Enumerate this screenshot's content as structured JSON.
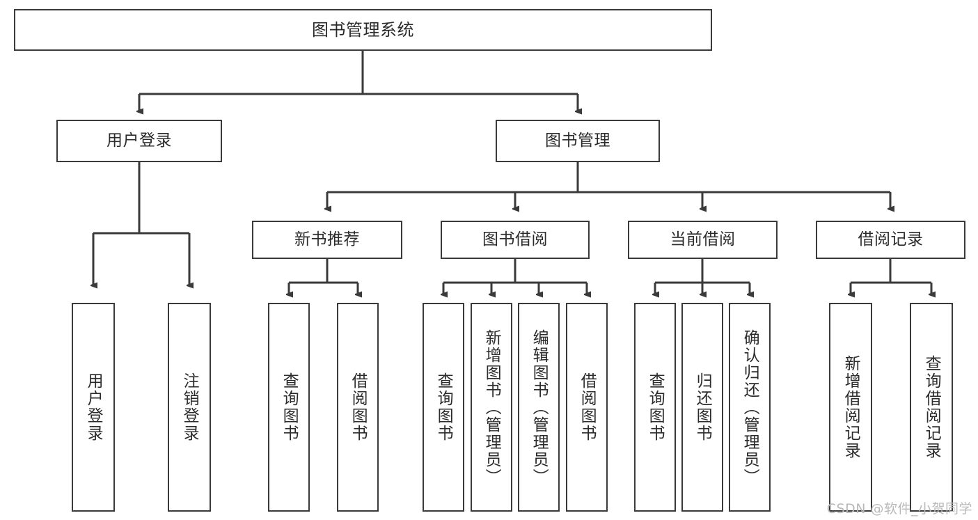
{
  "diagram": {
    "title": "图书管理系统",
    "type": "tree-hierarchy-chart",
    "watermark": "CSDN @软件_小贺同学",
    "colors": {
      "stroke": "#3a3a3a",
      "fill": "#ffffff",
      "text": "#2b2b2b",
      "watermark": "#b9b9b9"
    },
    "nodes": {
      "root": {
        "label": "图书管理系统"
      },
      "level2": [
        {
          "id": "user-login",
          "label": "用户登录"
        },
        {
          "id": "book-management",
          "label": "图书管理"
        }
      ],
      "level3": [
        {
          "id": "new-book-recommend",
          "label": "新书推荐"
        },
        {
          "id": "book-borrow",
          "label": "图书借阅"
        },
        {
          "id": "current-borrow",
          "label": "当前借阅"
        },
        {
          "id": "borrow-record",
          "label": "借阅记录"
        }
      ],
      "leaves": [
        {
          "id": "leaf-user-login",
          "label": "用户登录",
          "parent": "user-login"
        },
        {
          "id": "leaf-logout",
          "label": "注销登录",
          "parent": "user-login"
        },
        {
          "id": "leaf-query-book-1",
          "label": "查询图书",
          "parent": "new-book-recommend"
        },
        {
          "id": "leaf-borrow-book-1",
          "label": "借阅图书",
          "parent": "new-book-recommend"
        },
        {
          "id": "leaf-query-book-2",
          "label": "查询图书",
          "parent": "book-borrow"
        },
        {
          "id": "leaf-add-book",
          "label": "新增图书（管理员）",
          "parent": "book-borrow"
        },
        {
          "id": "leaf-edit-book",
          "label": "编辑图书（管理员）",
          "parent": "book-borrow"
        },
        {
          "id": "leaf-borrow-book-2",
          "label": "借阅图书",
          "parent": "book-borrow"
        },
        {
          "id": "leaf-query-book-3",
          "label": "查询图书",
          "parent": "current-borrow"
        },
        {
          "id": "leaf-return-book",
          "label": "归还图书",
          "parent": "current-borrow"
        },
        {
          "id": "leaf-confirm-return",
          "label": "确认归还（管理员）",
          "parent": "current-borrow"
        },
        {
          "id": "leaf-add-record",
          "label": "新增借阅记录",
          "parent": "borrow-record"
        },
        {
          "id": "leaf-query-record",
          "label": "查询借阅记录",
          "parent": "borrow-record"
        }
      ]
    }
  }
}
